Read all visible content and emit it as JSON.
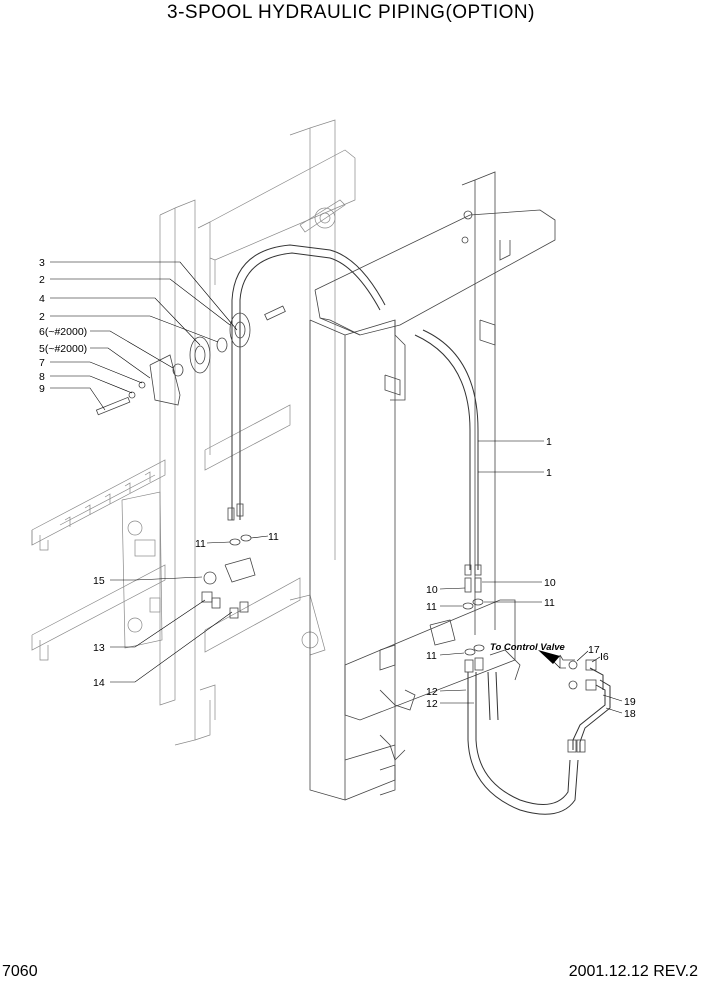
{
  "title": "3-SPOOL HYDRAULIC PIPING(OPTION)",
  "page_number": "7060",
  "revision": "2001.12.12 REV.2",
  "annotation": "To Control Valve",
  "callouts_left": [
    "3",
    "2",
    "4",
    "2",
    "6(~#2000)",
    "5(~#2000)",
    "7",
    "8",
    "9",
    "15",
    "13",
    "14"
  ],
  "callouts_right": [
    "1",
    "1",
    "10",
    "11",
    "10",
    "11",
    "11",
    "12",
    "12",
    "17",
    "I6",
    "19",
    "18"
  ],
  "callouts_center": [
    "11",
    "11"
  ]
}
